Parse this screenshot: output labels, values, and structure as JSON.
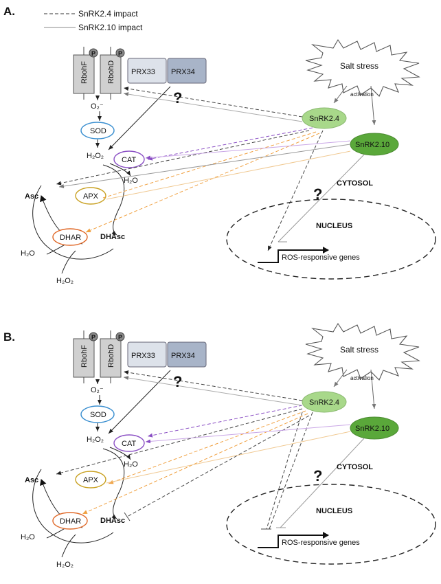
{
  "legend": {
    "dashed_label": "SnRK2.4 impact",
    "solid_label": "SnRK2.10 impact"
  },
  "colors": {
    "purple": "#8a4fc4",
    "orange": "#f0a040",
    "grey_line": "#999999",
    "red_question": "#e82020",
    "green_question": "#22b04a",
    "snrk24_fill": "#a8d88a",
    "snrk210_fill": "#5aa83a",
    "sod_border": "#3a8fd0",
    "apx_border": "#c8a020",
    "dhar_border": "#e06a2a",
    "cat_border": "#8a4fc4",
    "prx33_fill": "#dde2ea",
    "prx34_fill": "#a8b4c8",
    "rboh_fill": "#d0d0d0"
  },
  "panels": [
    {
      "label": "A.",
      "rbohF": "RbohF",
      "rbohD": "RbohD",
      "phospho": "P",
      "prx33": "PRX33",
      "prx34": "PRX34",
      "superoxide": "O₂⁻",
      "sod": "SOD",
      "h2o2": "H₂O₂",
      "cat": "CAT",
      "h2o_cat": "H₂O",
      "asc": "Asc",
      "apx": "APX",
      "dhar": "DHAR",
      "dhasc": "DHAsc",
      "h2o_left": "H₂O",
      "h2o2_bottom": "H₂O₂",
      "salt_stress": "Salt stress",
      "activation": "activation",
      "snrk24": "SnRK2.4",
      "snrk210": "SnRK2.10",
      "cytosol": "CYTOSOL",
      "nucleus": "NUCLEUS",
      "ros_genes": "ROS-responsive genes",
      "question": "?"
    },
    {
      "label": "B.",
      "rbohF": "RbohF",
      "rbohD": "RbohD",
      "phospho": "P",
      "prx33": "PRX33",
      "prx34": "PRX34",
      "superoxide": "O₂⁻",
      "sod": "SOD",
      "h2o2": "H₂O₂",
      "cat": "CAT",
      "h2o_cat": "H₂O",
      "asc": "Asc",
      "apx": "APX",
      "dhar": "DHAR",
      "dhasc": "DHAsc",
      "h2o_left": "H₂O",
      "h2o2_bottom": "H₂O₂",
      "salt_stress": "Salt stress",
      "activation": "activation",
      "snrk24": "SnRK2.4",
      "snrk210": "SnRK2.10",
      "cytosol": "CYTOSOL",
      "nucleus": "NUCLEUS",
      "ros_genes": "ROS-responsive genes",
      "question": "?"
    }
  ]
}
